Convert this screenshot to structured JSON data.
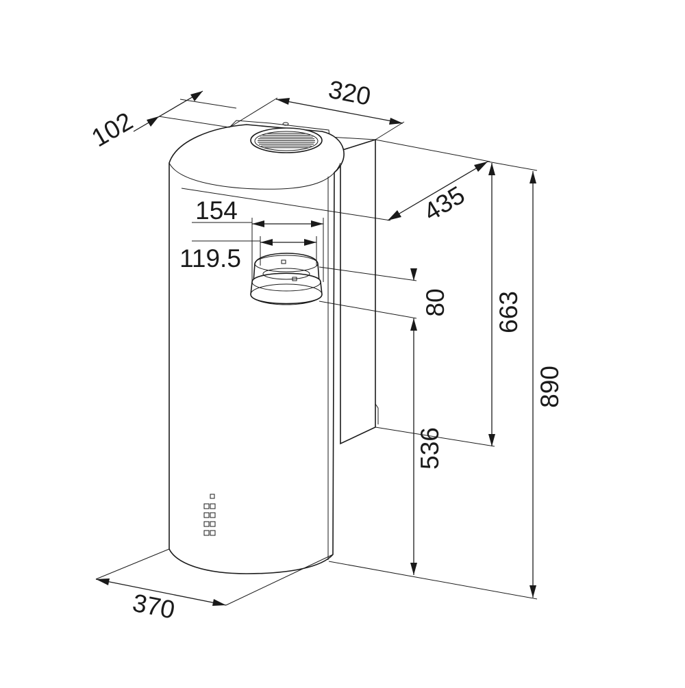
{
  "dimensions": {
    "d102": "102",
    "d320": "320",
    "d435": "435",
    "d154": "154",
    "d119_5": "119.5",
    "d80": "80",
    "d663": "663",
    "d536": "536",
    "d890": "890",
    "d370": "370"
  },
  "colors": {
    "line": "#1a1a1a",
    "background": "#ffffff"
  }
}
